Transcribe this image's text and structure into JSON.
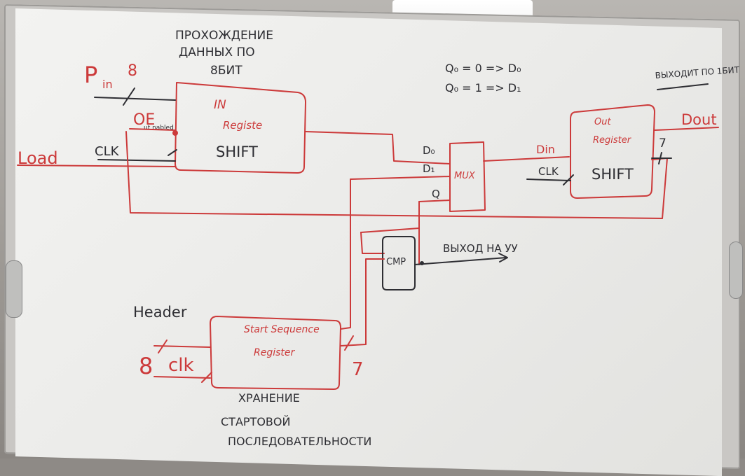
{
  "annotations": {
    "title_line1": "ПРОХОЖДЕНИЕ",
    "title_line2": "ДАННЫХ ПО",
    "title_line3": "8БИТ",
    "mux_rule_line1": "Q₀ = 0 => D₀",
    "mux_rule_line2": "Q₀ = 1 => D₁",
    "out_note": "ВЫХОДИТ ПО 1БИТ",
    "storage_line1": "ХРАНЕНИЕ",
    "storage_line2": "СТАРТОВОЙ",
    "storage_line3": "ПОСЛЕДОВАТЕЛЬНОСТИ",
    "cmp_output": "ВЫХОД НА УУ",
    "header_label": "Header"
  },
  "in_register": {
    "line1": "IN",
    "line2": "Registe",
    "line3": "SHIFT",
    "pin_label": "P",
    "pin_sub": "in",
    "pin_width": "8",
    "oe_label": "OE",
    "oe_sub": "ut nabled",
    "load_label": "Load",
    "clk_label": "CLK"
  },
  "mux": {
    "label": "MUX",
    "in_d0": "D₀",
    "in_d1": "D₁",
    "in_q": "Q"
  },
  "out_register": {
    "line1": "Out",
    "line2": "Register",
    "line3": "SHIFT",
    "din_label": "Din",
    "clk_label": "CLK",
    "width": "7",
    "dout_label": "Dout"
  },
  "cmp": {
    "label": "CMP"
  },
  "start_register": {
    "line1": "Start Sequence",
    "line2": "Register",
    "in_width": "8",
    "clk_label": "clk",
    "out_width": "7"
  }
}
